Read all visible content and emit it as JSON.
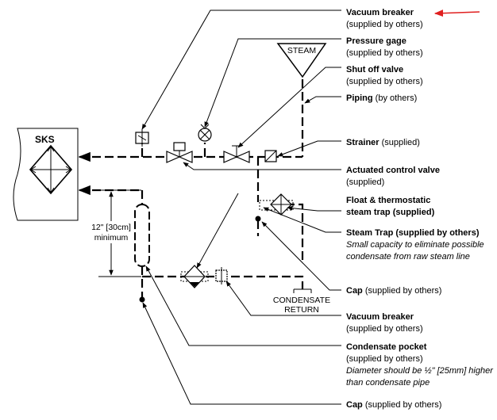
{
  "annotation_color": "#e02020",
  "equipment": {
    "sks_label": "SKS",
    "steam_label": "STEAM",
    "condensate_label_1": "CONDENSATE",
    "condensate_label_2": "RETURN",
    "dimension_1": "12\" [30cm]",
    "dimension_2": "minimum"
  },
  "callouts": {
    "vacuum_breaker_top": {
      "title": "Vacuum breaker",
      "note": "(supplied by others)"
    },
    "pressure_gage": {
      "title": "Pressure gage",
      "note": "(supplied by others)"
    },
    "shut_off_valve": {
      "title": "Shut off valve",
      "note": "(supplied by others)"
    },
    "piping": {
      "title": "Piping",
      "note": " (by others)"
    },
    "strainer": {
      "title": "Strainer",
      "note": " (supplied)"
    },
    "actuated_valve": {
      "title": "Actuated control valve",
      "note": "(supplied)"
    },
    "float_trap": {
      "title_1": "Float & thermostatic",
      "title_2": "steam trap (supplied)"
    },
    "steam_trap": {
      "title": "Steam Trap  (supplied by others)",
      "desc_1": "Small capacity to eliminate possible",
      "desc_2": "condensate from raw steam line"
    },
    "cap_mid": {
      "title": "Cap",
      "note": " (supplied by others)"
    },
    "vacuum_breaker_bottom": {
      "title": "Vacuum breaker",
      "note": "(supplied by others)"
    },
    "condensate_pocket": {
      "title": "Condensate pocket",
      "note": "(supplied by others)",
      "desc_1": "Diameter should be ½\" [25mm] higher",
      "desc_2": "than condensate pipe"
    },
    "cap_bottom": {
      "title": "Cap",
      "note": " (supplied by others)"
    }
  }
}
